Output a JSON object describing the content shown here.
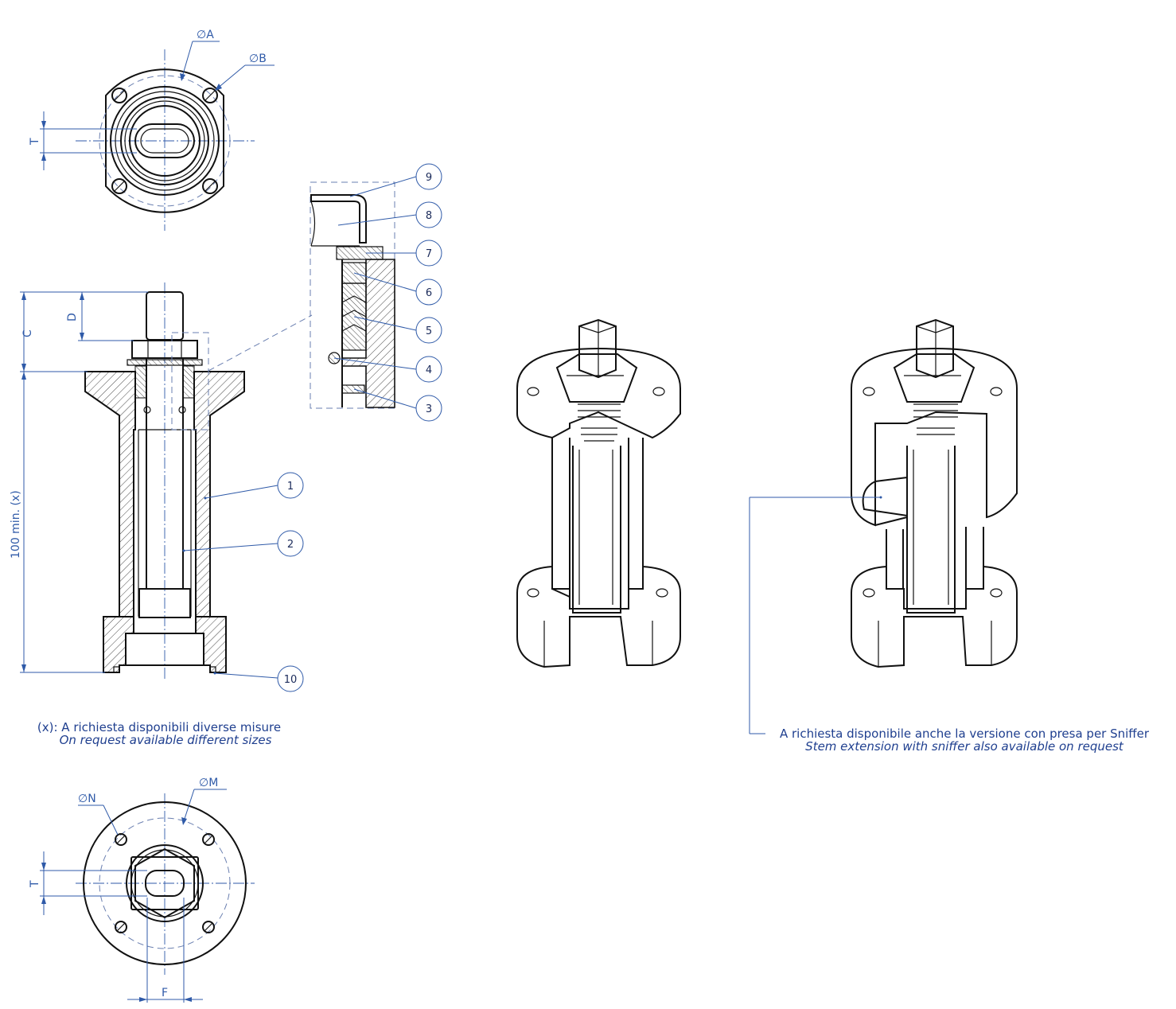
{
  "dimensions": {
    "dia_a": "∅A",
    "dia_b": "∅B",
    "t_top": "T",
    "c": "C",
    "d": "D",
    "length": "100 min. (x)",
    "dia_n": "∅N",
    "dia_m": "∅M",
    "t_bottom": "T",
    "f": "F"
  },
  "callouts": [
    "9",
    "8",
    "7",
    "6",
    "5",
    "4",
    "3",
    "1",
    "2",
    "10"
  ],
  "notes": {
    "sizes_it": "(x): A richiesta disponibili diverse misure",
    "sizes_en": "On request available different sizes",
    "sniffer_it": "A richiesta disponibile anche la versione con presa per Sniffer",
    "sniffer_en": "Stem extension with sniffer also available on request"
  },
  "colors": {
    "annotation": "#2f5aa8",
    "line": "#111111"
  }
}
